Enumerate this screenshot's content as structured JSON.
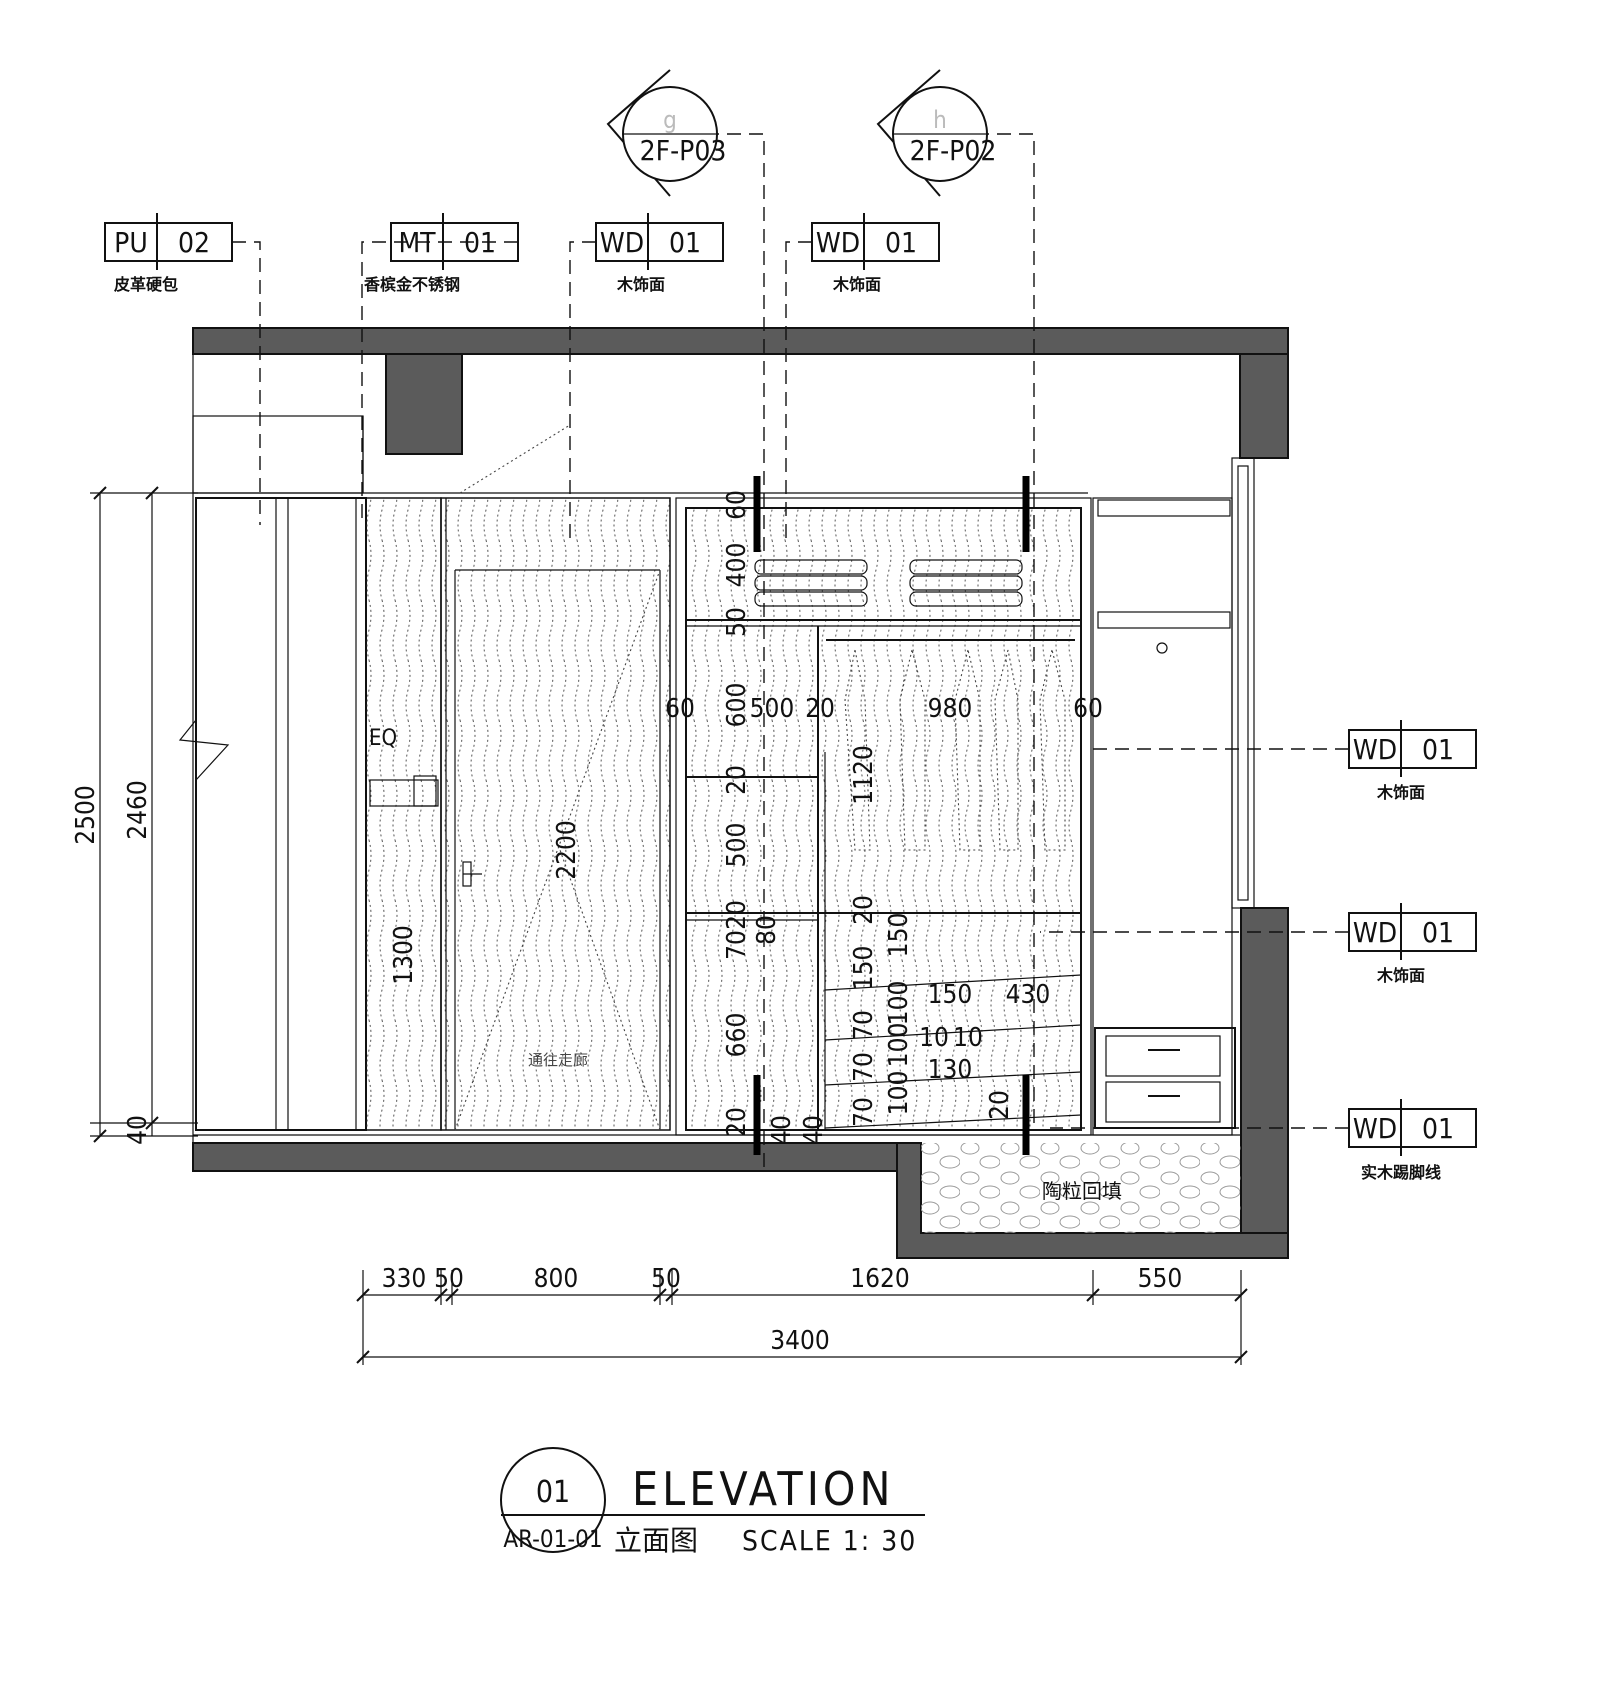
{
  "section_marks": [
    {
      "letter": "g",
      "ref": "2F-P03"
    },
    {
      "letter": "h",
      "ref": "2F-P02"
    }
  ],
  "material_tags": {
    "top": [
      {
        "code": "PU",
        "num": "02",
        "desc": "皮革硬包"
      },
      {
        "code": "MT",
        "num": "01",
        "desc": "香槟金不锈钢"
      },
      {
        "code": "WD",
        "num": "01",
        "desc": "木饰面"
      },
      {
        "code": "WD",
        "num": "01",
        "desc": "木饰面"
      }
    ],
    "right": [
      {
        "code": "WD",
        "num": "01",
        "desc": "木饰面"
      },
      {
        "code": "WD",
        "num": "01",
        "desc": "木饰面"
      },
      {
        "code": "WD",
        "num": "01",
        "desc": "实木踢脚线"
      }
    ]
  },
  "dimensions": {
    "left_vertical": [
      "2500",
      "2460",
      "40"
    ],
    "bottom_row": [
      "330",
      "50",
      "800",
      "50",
      "1620",
      "550"
    ],
    "bottom_total": "3400",
    "door_height": "2200",
    "panel_height": "1300",
    "eq_label": "EQ",
    "cabinet_left_vertical": [
      "60",
      "400",
      "50",
      "600",
      "20",
      "500",
      "20",
      "70",
      "660",
      "20",
      "80",
      "40",
      "40"
    ],
    "cabinet_horizontal": [
      "60",
      "500",
      "20",
      "980",
      "60"
    ],
    "hang_height": "1120",
    "drawer_dims": [
      "20",
      "150",
      "150",
      "100",
      "70",
      "100",
      "70",
      "100",
      "70",
      "150",
      "430",
      "10",
      "10",
      "130",
      "20"
    ]
  },
  "notes": {
    "door": "通往走廊",
    "infill": "陶粒回填"
  },
  "title_block": {
    "number": "01",
    "sheet": "AR-01-01",
    "title": "ELEVATION",
    "cn_title": "立面图",
    "scale": "SCALE 1: 30"
  }
}
